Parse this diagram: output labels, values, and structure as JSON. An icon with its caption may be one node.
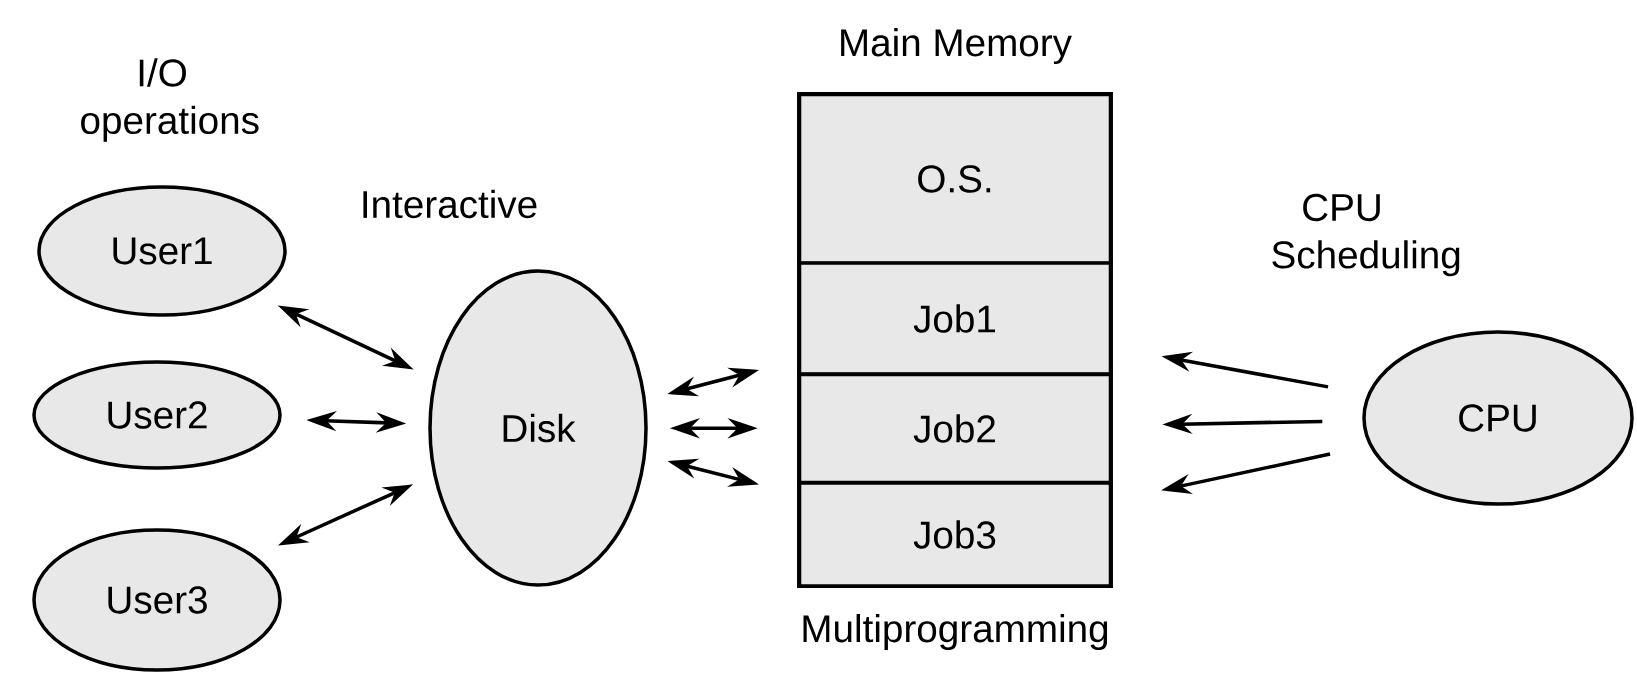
{
  "diagram": {
    "nodes": [
      {
        "text": [
          "User1"
        ]
      },
      {
        "text": [
          "User2"
        ]
      },
      {
        "text": [
          "User3"
        ]
      },
      {
        "text": [
          "Disk"
        ]
      },
      {
        "text": [
          "Main Memory"
        ]
      },
      {
        "text": [
          "O.S."
        ],
        "in": 4
      },
      {
        "text": [
          "Job1"
        ],
        "in": 4
      },
      {
        "text": [
          "Job2"
        ],
        "in": 4
      },
      {
        "text": [
          "Job3"
        ],
        "in": 4
      },
      {
        "text": [
          "CPU"
        ]
      }
    ],
    "edges": [
      {
        "from": 0,
        "to": 3,
        "arrow": "both"
      },
      {
        "from": 1,
        "to": 3,
        "arrow": "both"
      },
      {
        "from": 2,
        "to": 3,
        "arrow": "both"
      },
      {
        "from": 3,
        "to": 6,
        "arrow": "both"
      },
      {
        "from": 3,
        "to": 7,
        "arrow": "both"
      },
      {
        "from": 3,
        "to": 8,
        "arrow": "both"
      },
      {
        "from": 9,
        "to": 6,
        "arrow": "to"
      },
      {
        "from": 9,
        "to": 7,
        "arrow": "to"
      },
      {
        "from": 9,
        "to": 8,
        "arrow": "to"
      }
    ],
    "labels": [
      "I/O operations",
      "Interactive",
      "CPU Scheduling",
      "Multiprogramming"
    ]
  }
}
